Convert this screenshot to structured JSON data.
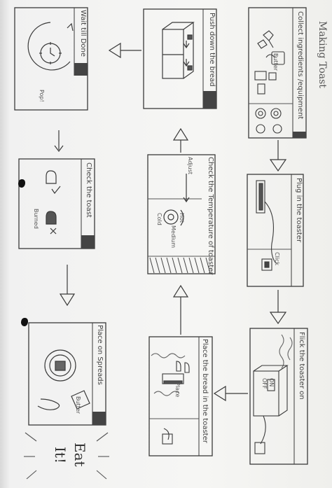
{
  "title": "Making Toast",
  "steps": [
    {
      "caption": "Collect ingredients /equipment",
      "notes": [
        "Butter"
      ]
    },
    {
      "caption": "Plug in the toaster",
      "notes": [
        "Click"
      ]
    },
    {
      "caption": "Flick the toaster on",
      "notes": [
        "ON",
        "OFF"
      ]
    },
    {
      "caption": "Push down the bread",
      "notes": []
    },
    {
      "caption": "Check the Temperature of toaster",
      "notes": [
        "Adjust",
        "Hot",
        "Medium",
        "Cold"
      ]
    },
    {
      "caption": "Place the bread in the toaster",
      "notes": [
        "Place"
      ]
    },
    {
      "caption": "Wait till Done",
      "notes": [
        "Pop!"
      ]
    },
    {
      "caption": "Check the toast",
      "notes": [
        "Burned"
      ]
    },
    {
      "caption": "Place on Spreads",
      "notes": [
        "Butter"
      ]
    }
  ],
  "ending": {
    "line1": "Eat",
    "line2": "It!"
  },
  "colors": {
    "paper": "#f4f4f2",
    "pencil": "#3a3a3a",
    "shadow": "#cfcfcf"
  }
}
